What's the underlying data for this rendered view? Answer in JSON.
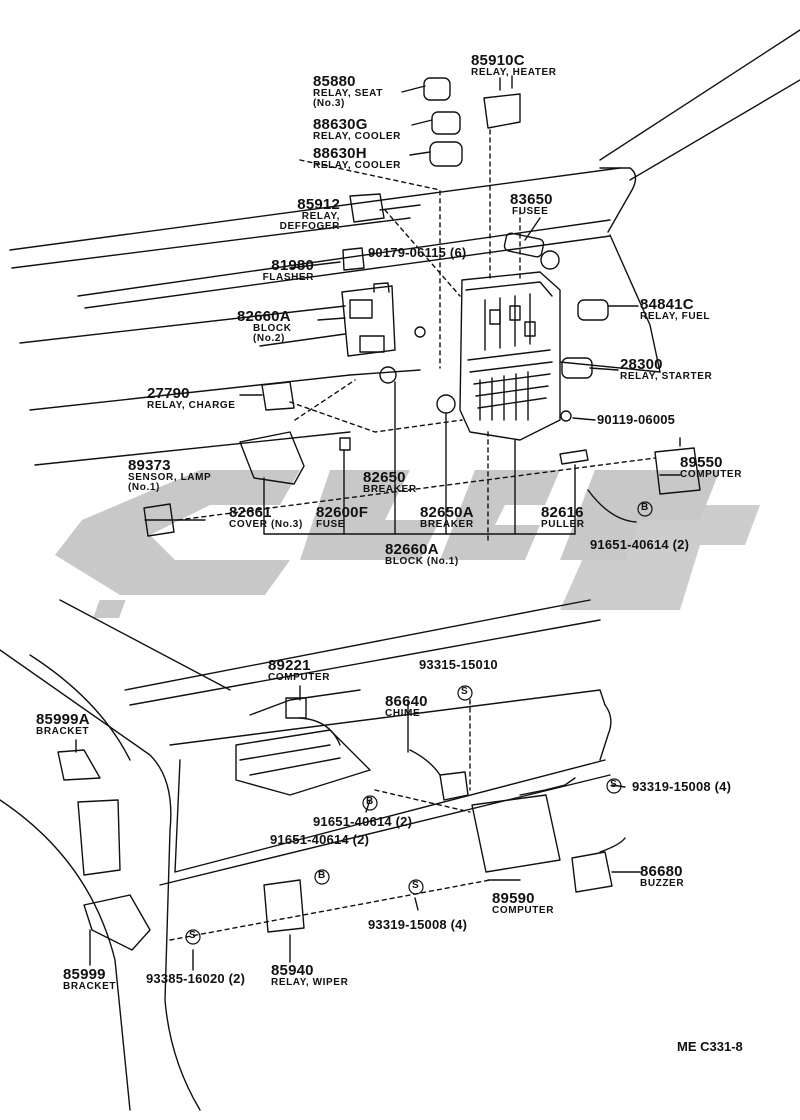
{
  "parts": [
    {
      "id": "p85880",
      "number": "85880",
      "names": [
        "RELAY, SEAT",
        "(No.3)"
      ]
    },
    {
      "id": "p85910C",
      "number": "85910C",
      "names": [
        "RELAY, HEATER"
      ]
    },
    {
      "id": "p88630G",
      "number": "88630G",
      "names": [
        "RELAY, COOLER"
      ]
    },
    {
      "id": "p88630H",
      "number": "88630H",
      "names": [
        "RELAY, COOLER"
      ]
    },
    {
      "id": "p85912",
      "number": "85912",
      "names": [
        "RELAY,",
        "DEFFOGER"
      ]
    },
    {
      "id": "p83650",
      "number": "83650",
      "names": [
        "FUSEE"
      ]
    },
    {
      "id": "p90179",
      "number": "90179-06115 (6)",
      "names": []
    },
    {
      "id": "p81980",
      "number": "81980",
      "names": [
        "FLASHER"
      ]
    },
    {
      "id": "p84841C",
      "number": "84841C",
      "names": [
        "RELAY, FUEL"
      ]
    },
    {
      "id": "p82660A2",
      "number": "82660A",
      "names": [
        "BLOCK",
        "(No.2)"
      ]
    },
    {
      "id": "p28300",
      "number": "28300",
      "names": [
        "RELAY, STARTER"
      ]
    },
    {
      "id": "p27790",
      "number": "27790",
      "names": [
        "RELAY, CHARGE"
      ]
    },
    {
      "id": "p90119",
      "number": "90119-06005",
      "names": []
    },
    {
      "id": "p89373",
      "number": "89373",
      "names": [
        "SENSOR, LAMP",
        "(No.1)"
      ]
    },
    {
      "id": "p82650",
      "number": "82650",
      "names": [
        "BREAKER"
      ]
    },
    {
      "id": "p89550",
      "number": "89550",
      "names": [
        "COMPUTER"
      ]
    },
    {
      "id": "p82661",
      "number": "82661",
      "names": [
        "COVER (No.3)"
      ]
    },
    {
      "id": "p82600F",
      "number": "82600F",
      "names": [
        "FUSE"
      ]
    },
    {
      "id": "p82650A",
      "number": "82650A",
      "names": [
        "BREAKER"
      ]
    },
    {
      "id": "p82616",
      "number": "82616",
      "names": [
        "PULLER"
      ]
    },
    {
      "id": "p91651a",
      "number": "91651-40614 (2)",
      "names": []
    },
    {
      "id": "p82660A1",
      "number": "82660A",
      "names": [
        "BLOCK (No.1)"
      ]
    },
    {
      "id": "p89221",
      "number": "89221",
      "names": [
        "COMPUTER"
      ]
    },
    {
      "id": "p93315",
      "number": "93315-15010",
      "names": []
    },
    {
      "id": "p86640",
      "number": "86640",
      "names": [
        "CHIME"
      ]
    },
    {
      "id": "p85999A",
      "number": "85999A",
      "names": [
        "BRACKET"
      ]
    },
    {
      "id": "p93319a",
      "number": "93319-15008 (4)",
      "names": []
    },
    {
      "id": "p91651b",
      "number": "91651-40614 (2)",
      "names": []
    },
    {
      "id": "p91651c",
      "number": "91651-40614 (2)",
      "names": []
    },
    {
      "id": "p86680",
      "number": "86680",
      "names": [
        "BUZZER"
      ]
    },
    {
      "id": "p89590",
      "number": "89590",
      "names": [
        "COMPUTER"
      ]
    },
    {
      "id": "p93319b",
      "number": "93319-15008 (4)",
      "names": []
    },
    {
      "id": "p85999",
      "number": "85999",
      "names": [
        "BRACKET"
      ]
    },
    {
      "id": "p93385",
      "number": "93385-16020 (2)",
      "names": []
    },
    {
      "id": "p85940",
      "number": "85940",
      "names": [
        "RELAY, WIPER"
      ]
    }
  ],
  "symbols": {
    "bolt_b": "B",
    "screw_s": "S"
  },
  "reference_code": "ME C331-8",
  "colors": {
    "ink": "#111111",
    "watermark": "#c8c8c8"
  }
}
